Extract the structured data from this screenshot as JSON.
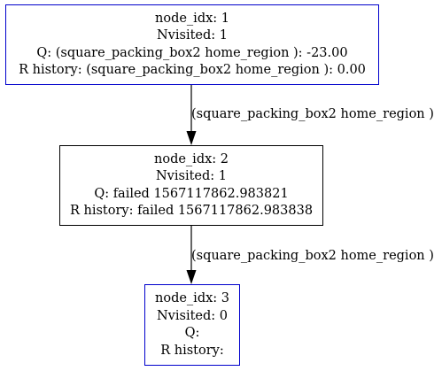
{
  "nodes": [
    {
      "id": "node1",
      "border_color": "#0000cc",
      "lines": [
        "node_idx: 1",
        "Nvisited: 1",
        "Q: (square_packing_box2 home_region ): -23.00",
        "R history: (square_packing_box2 home_region ): 0.00"
      ]
    },
    {
      "id": "node2",
      "border_color": "#000000",
      "lines": [
        "node_idx: 2",
        "Nvisited: 1",
        "Q: failed 1567117862.983821",
        "R history: failed 1567117862.983838"
      ]
    },
    {
      "id": "node3",
      "border_color": "#0000cc",
      "lines": [
        "node_idx: 3",
        "Nvisited: 0",
        "Q:",
        "R history:"
      ]
    }
  ],
  "edges": [
    {
      "from": "node1",
      "to": "node2",
      "label": "(square_packing_box2 home_region )"
    },
    {
      "from": "node2",
      "to": "node3",
      "label": "(square_packing_box2 home_region )"
    }
  ]
}
